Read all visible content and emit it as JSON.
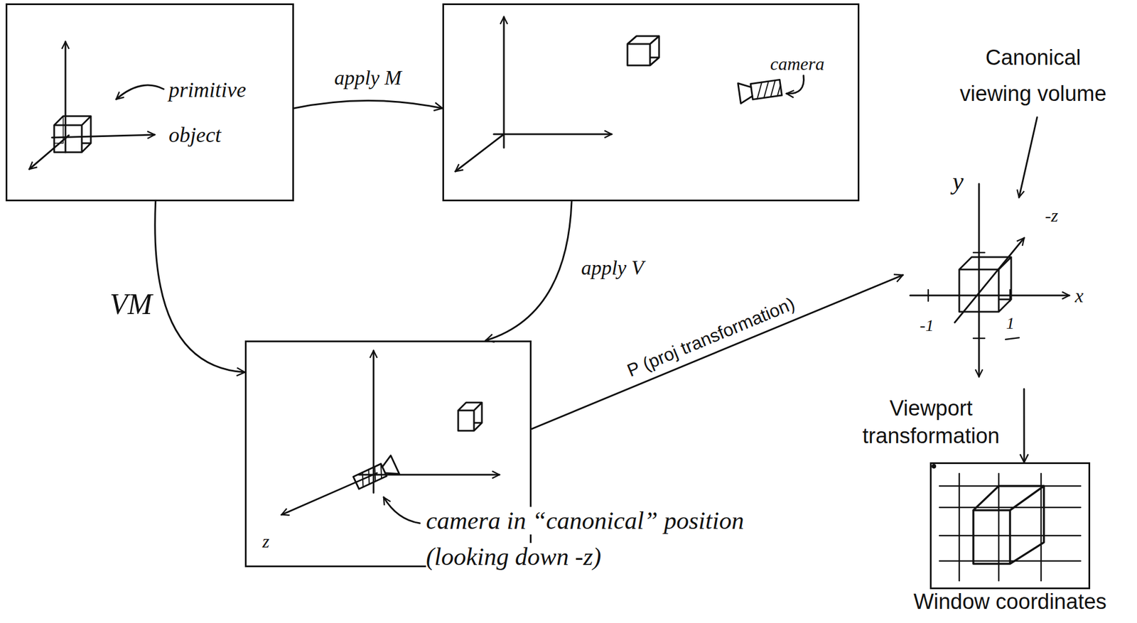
{
  "diagram": {
    "nodes": [
      {
        "text": [
          "primitive object"
        ]
      },
      {
        "text": [
          "camera"
        ]
      },
      {
        "text": [
          "z",
          "camera in “canonical” position (looking down -z)"
        ]
      },
      {
        "text": [
          "Canonical viewing volume",
          "y",
          "-z",
          "x",
          "-1",
          "1"
        ]
      },
      {
        "text": [
          "Window coordinates"
        ]
      }
    ],
    "edges": [
      {
        "from": 0,
        "to": 1,
        "arrow": "to",
        "label": "apply M"
      },
      {
        "from": 0,
        "to": 2,
        "arrow": "to",
        "label": "VM"
      },
      {
        "from": 1,
        "to": 2,
        "arrow": "to",
        "label": "apply V"
      },
      {
        "from": 2,
        "to": 3,
        "arrow": "to",
        "label": "P (proj transformation)"
      },
      {
        "from": 3,
        "to": 4,
        "arrow": "to",
        "label": "Viewport transformation"
      }
    ]
  }
}
